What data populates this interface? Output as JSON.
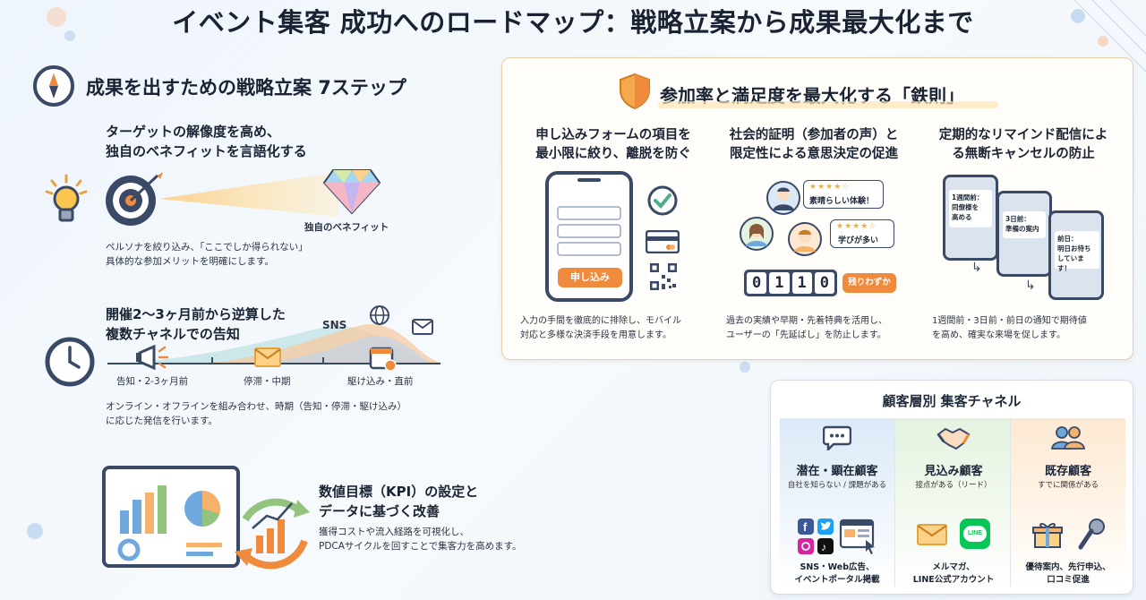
{
  "title": "イベント集客 成功へのロードマップ：戦略立案から成果最大化まで",
  "left": {
    "heading": "成果を出すための戦略立案 7ステップ",
    "step1": {
      "title_line1": "ターゲットの解像度を高め、",
      "title_line2": "独自のベネフィットを言語化する",
      "benefit_label": "独自のベネフィット",
      "desc_line1": "ペルソナを絞り込み、「ここでしか得られない」",
      "desc_line2": "具体的な参加メリットを明確にします。"
    },
    "step2": {
      "title_line1": "開催2〜3ヶ月前から逆算した",
      "title_line2": "複数チャネルでの告知",
      "sns_label": "SNS",
      "phase1": "告知・2-3ヶ月前",
      "phase2": "停滞・中期",
      "phase3": "駆け込み・直前",
      "desc_line1": "オンライン・オフラインを組み合わせ、時期（告知・停滞・駆け込み）",
      "desc_line2": "に応じた発信を行います。"
    },
    "step3": {
      "title_line1": "数値目標（KPI）の設定と",
      "title_line2": "データに基づく改善",
      "desc_line1": "獲得コストや流入経路を可視化し、",
      "desc_line2": "PDCAサイクルを回すことで集客力を高めます。"
    }
  },
  "rules": {
    "heading": "参加率と満足度を最大化する「鉄則」",
    "col1": {
      "title_line1": "申し込みフォームの項目を",
      "title_line2": "最小限に絞り、離脱を防ぐ",
      "button": "申し込み",
      "desc_line1": "入力の手間を徹底的に排除し、モバイル",
      "desc_line2": "対応と多様な決済手段を用意します。"
    },
    "col2": {
      "title_line1": "社会的証明（参加者の声）と",
      "title_line2": "限定性による意思決定の促進",
      "review1": "素晴らしい体験！",
      "review2": "学びが多い",
      "counter": [
        "0",
        "1",
        "1",
        "0"
      ],
      "remaining": "残りわずか",
      "desc_line1": "過去の実績や早期・先着特典を活用し、",
      "desc_line2": "ユーザーの「先延ばし」を防止します。"
    },
    "col3": {
      "title_line1": "定期的なリマインド配信によ",
      "title_line2": "る無断キャンセルの防止",
      "phone1_line1": "1週間前：",
      "phone1_line2": "同僚様を",
      "phone1_line3": "高める",
      "phone2_line1": "3日前：",
      "phone2_line2": "準備の案内",
      "phone3_line1": "前日：",
      "phone3_line2": "明日お待ち",
      "phone3_line3": "しています！",
      "desc_line1": "1週間前・3日前・前日の通知で期待値",
      "desc_line2": "を高め、確実な来場を促します。"
    }
  },
  "channels": {
    "heading": "顧客層別 集客チャネル",
    "seg1": {
      "title": "潜在・顕在顧客",
      "sub": "自社を知らない / 課題がある",
      "ch_line1": "SNS・Web広告、",
      "ch_line2": "イベントポータル掲載"
    },
    "seg2": {
      "title": "見込み顧客",
      "sub": "接点がある（リード）",
      "ch_line1": "メルマガ、",
      "ch_line2": "LINE公式アカウント",
      "line_badge": "LINE"
    },
    "seg3": {
      "title": "既存顧客",
      "sub": "すでに関係がある",
      "ch_line1": "優待案内、先行申込、",
      "ch_line2": "口コミ促進"
    }
  },
  "colors": {
    "orange": "#f08a3c",
    "navy": "#3a4a66",
    "card_border": "#e9cfa8",
    "blue_seg": "#dbe9f7",
    "green_seg": "#e4f3df",
    "orange_seg": "#fde9d2"
  }
}
